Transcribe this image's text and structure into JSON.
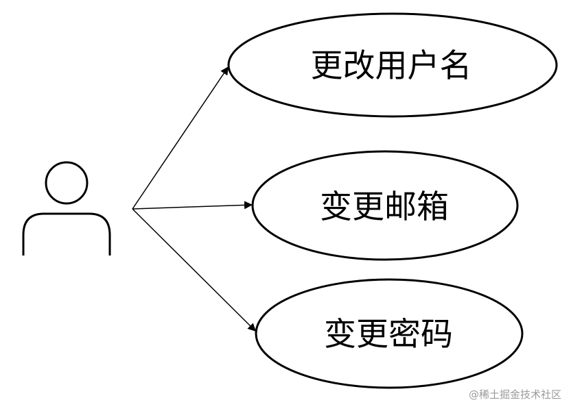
{
  "diagram": {
    "use_cases": [
      {
        "label": "更改用户名"
      },
      {
        "label": "变更邮箱"
      },
      {
        "label": "变更密码"
      }
    ]
  },
  "watermark": {
    "text": "@稀土掘金技术社区"
  }
}
